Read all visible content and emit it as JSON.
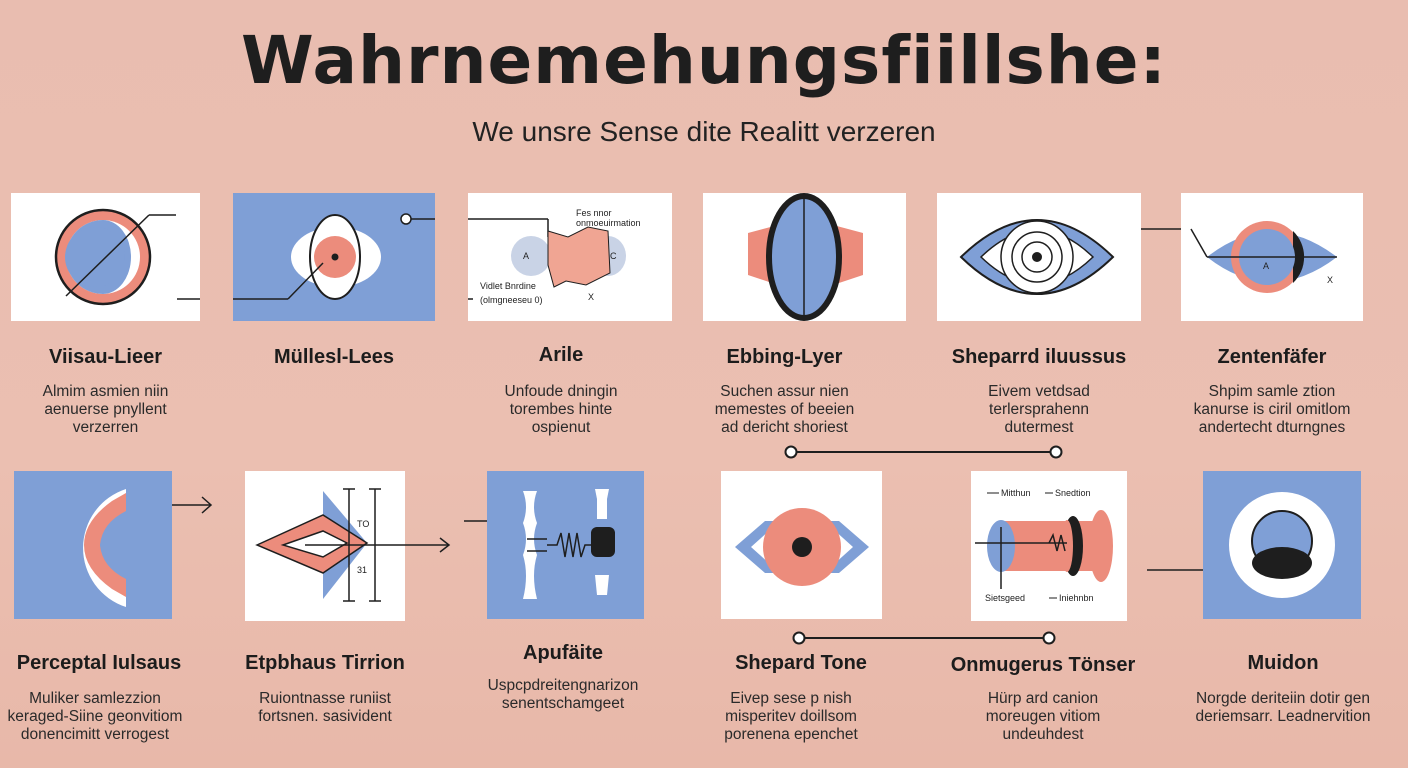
{
  "header": {
    "title": "Wahrnemehungsfiillshe:",
    "subtitle": "We unsre Sense dite Realitt verzeren"
  },
  "row1": [
    {
      "label": "Viisau-Lieer",
      "desc": [
        "Almim asmien niin",
        "aenuerse pnyllent",
        "verzerren"
      ]
    },
    {
      "label": "Müllesl-Lees",
      "desc": []
    },
    {
      "label": "Arile",
      "desc": [
        "Unfoude dningin",
        "torembes hinte",
        "ospienut"
      ]
    },
    {
      "label": "Ebbing-Lyer",
      "desc": [
        "Suchen assur nien",
        "memestes of beeien",
        "ad dericht shoriest"
      ]
    },
    {
      "label": "Sheparrd iluussus",
      "desc": [
        "Eivem vetdsad",
        "terlersprahenn",
        "dutermest"
      ]
    },
    {
      "label": "Zentenfäfer",
      "desc": [
        "Shpim samle ztion",
        "kanurse is ciril omitlom",
        "andertecht dturngnes"
      ]
    }
  ],
  "row2": [
    {
      "label": "Perceptal Iulsaus",
      "desc": [
        "Muliker samlezzion",
        "keraged-Siine geonvitiom",
        "donencimitt verrogest"
      ]
    },
    {
      "label": "Etpbhaus Tirrion",
      "desc": [
        "Ruiontnasse runiist",
        "fortsnen. sasivident"
      ]
    },
    {
      "label": "Apufäite",
      "desc": [
        "Uspcpdreitengnarizon",
        "senentschamgeet"
      ]
    },
    {
      "label": "Shepard Tone",
      "desc": [
        "Eivep sese p nish",
        "misperitev doillsom",
        "porenena epenchet"
      ]
    },
    {
      "label": "Onmugerus Tönser",
      "desc": [
        "Hürp ard canion",
        "moreugen vitiom",
        "undeuhdest"
      ]
    },
    {
      "label": "Muidon",
      "desc": [
        "Norgde deriteiin dotir gen",
        "deriemsarr. Leadnervition"
      ]
    }
  ],
  "diagram_text": {
    "arile_a": "A",
    "arile_c": "C",
    "arile_top": [
      "Fes nnor",
      "onmoeuirmation"
    ],
    "arile_bottom": [
      "Vidlet Bnrdine",
      "(olmgneeseu 0)"
    ],
    "arile_x": "X",
    "zent_a": "A",
    "zent_x": "X",
    "etp_top": "TO",
    "etp_bottom": "31",
    "onm_top": [
      "Mitthun",
      "Snedtion"
    ],
    "onm_bottom": [
      "Sietsgeed",
      "Iniehnbn"
    ]
  },
  "colors": {
    "background": "#ebbfb1",
    "blue": "#7f9fd6",
    "coral": "#ec8c7c",
    "dark": "#1e1e1e"
  }
}
